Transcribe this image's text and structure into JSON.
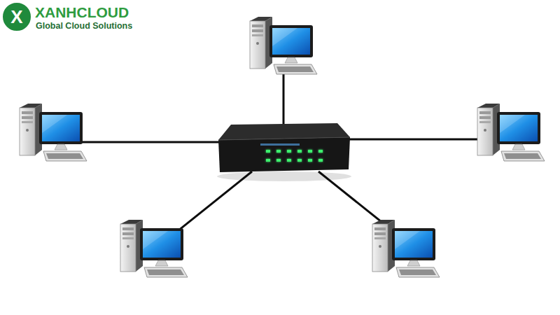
{
  "diagram": {
    "labels": [
      "X",
      "XANHCLOUD",
      "Global Cloud Solutions"
    ]
  }
}
